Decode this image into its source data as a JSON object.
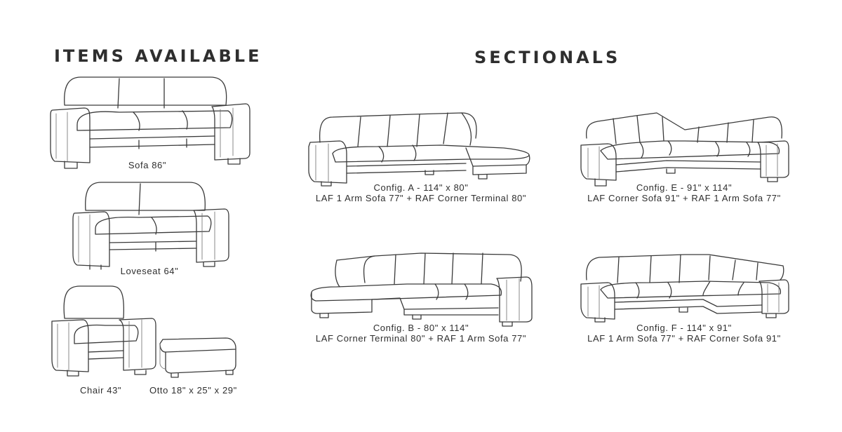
{
  "headings": {
    "items": "ITEMS AVAILABLE",
    "sectionals": "SECTIONALS"
  },
  "items": {
    "sofa": "Sofa 86\"",
    "loveseat": "Loveseat 64\"",
    "chair": "Chair 43\"",
    "otto": "Otto 18\" x 25\" x 29\""
  },
  "sectionals": {
    "a": {
      "config": "Config. A - 114\" x 80\"",
      "desc": "LAF 1 Arm Sofa 77\" + RAF Corner Terminal 80\""
    },
    "e": {
      "config": "Config. E - 91\" x 114\"",
      "desc": "LAF Corner Sofa 91\" + RAF 1 Arm Sofa 77\""
    },
    "b": {
      "config": "Config. B - 80\" x 114\"",
      "desc": "LAF Corner Terminal 80\" + RAF 1 Arm Sofa 77\""
    },
    "f": {
      "config": "Config. F - 114\" x 91\"",
      "desc": "LAF 1 Arm Sofa 77\" + RAF Corner Sofa 91\""
    }
  }
}
